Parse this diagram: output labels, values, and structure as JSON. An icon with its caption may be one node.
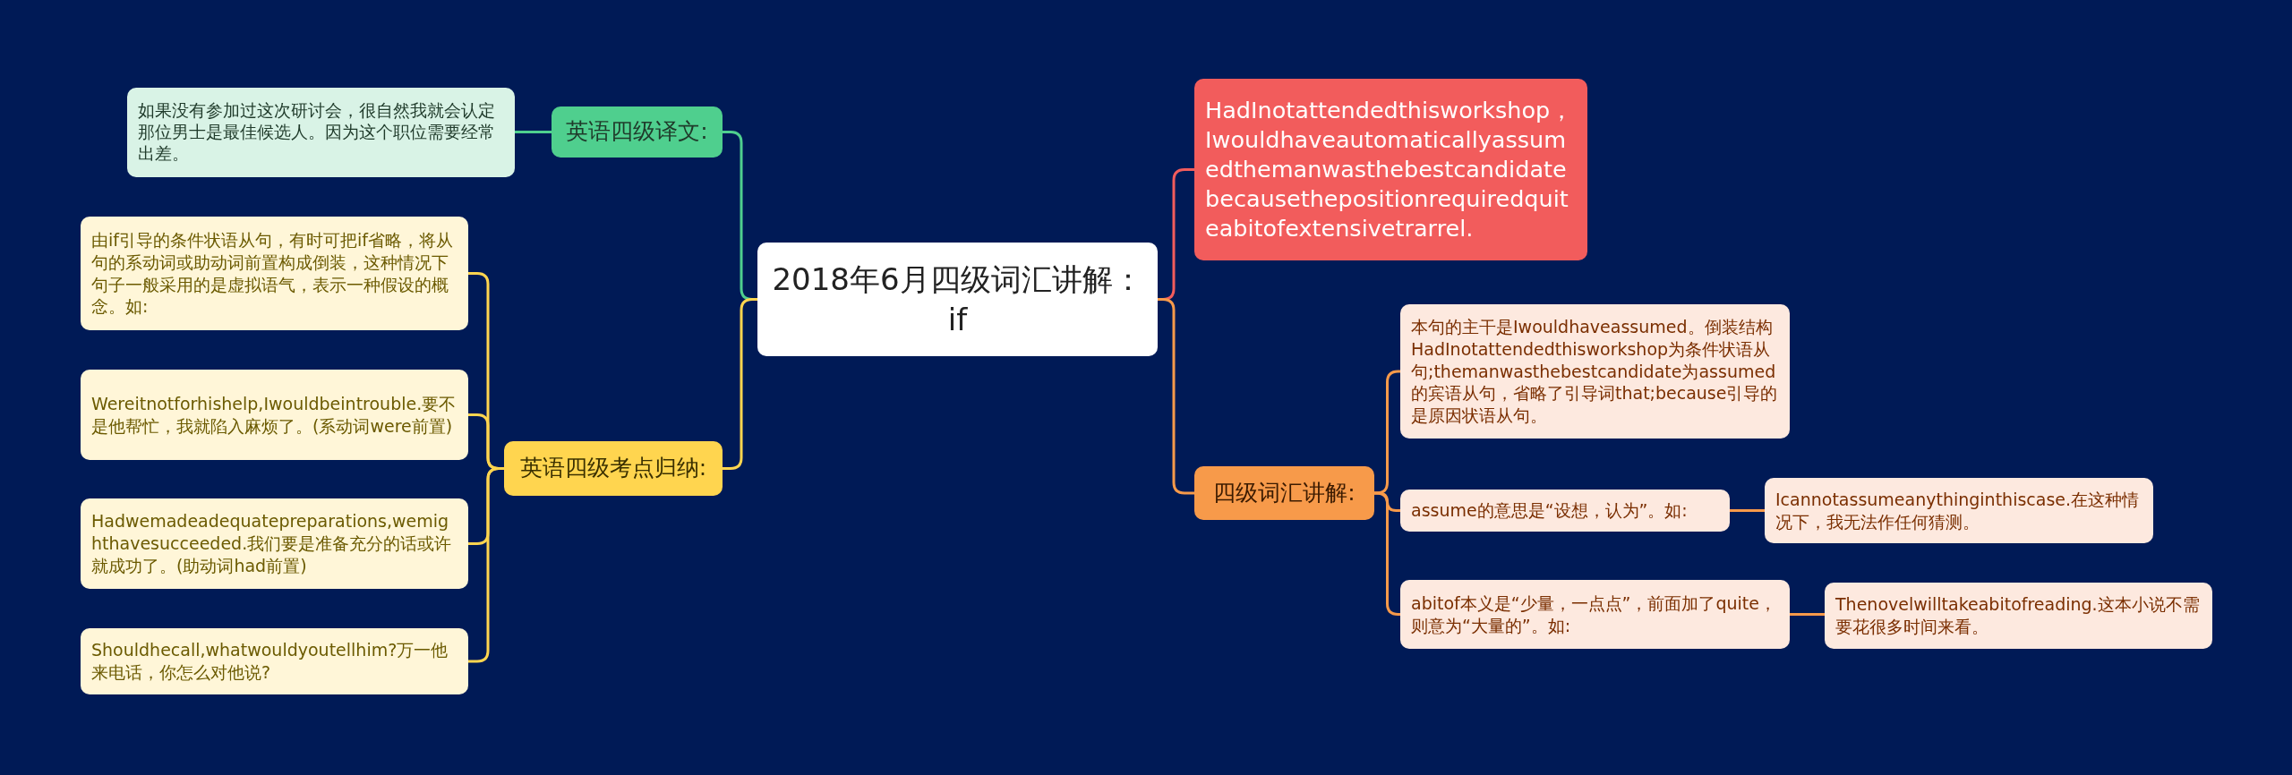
{
  "diagram": {
    "nodes": [
      {
        "text": [
          "2018年6月四级词汇讲解：if"
        ]
      },
      {
        "text": [
          "英语四级译文:"
        ]
      },
      {
        "text": [
          "如果没有参加过这次研讨会，很自然我就会认定那位男士是最佳候选人。因为这个职位需要经常出差。"
        ]
      },
      {
        "text": [
          "英语四级考点归纳:"
        ]
      },
      {
        "text": [
          "由if引导的条件状语从句，有时可把if省略，将从句的系动词或助动词前置构成倒装，这种情况下句子一般采用的是虚拟语气，表示一种假设的概念。如:"
        ]
      },
      {
        "text": [
          "Wereitnotforhishelp,Iwouldbeintrouble.要不是他帮忙，我就陷入麻烦了。(系动词were前置)"
        ]
      },
      {
        "text": [
          "Hadwemadeadequatepreparations,wemighthavesucceeded.我们要是准备充分的话或许就成功了。(助动词had前置)"
        ]
      },
      {
        "text": [
          "Shouldhecall,whatwouldyoutellhim?万一他来电话，你怎么对他说?"
        ]
      },
      {
        "text": [
          "HadInotattendedthisworkshop，Iwouldhaveautomaticallyassumedthemanwasthebestcandidatebecausethepositionrequiredquiteabitofextensivetrarrel."
        ]
      },
      {
        "text": [
          "四级词汇讲解:"
        ]
      },
      {
        "text": [
          "本句的主干是Iwouldhaveassumed。倒装结构HadInotattendedthisworkshop为条件状语从句;themanwasthebestcandidate为assumed的宾语从句，省略了引导词that;because引导的是原因状语从句。"
        ]
      },
      {
        "text": [
          "assume的意思是“设想，认为”。如:"
        ]
      },
      {
        "text": [
          "Icannotassumeanythinginthiscase.在这种情况下，我无法作任何猜测。"
        ]
      },
      {
        "text": [
          "abitof本义是“少量，一点点”，前面加了quite，则意为“大量的”。如:"
        ]
      },
      {
        "text": [
          "Thenovelwilltakeabitofreading.这本小说不需要花很多时间来看。"
        ]
      }
    ],
    "edges": [
      {
        "from": 0,
        "to": 1,
        "arrow": "none",
        "color": "#4fcf8e"
      },
      {
        "from": 1,
        "to": 2,
        "arrow": "none",
        "color": "#4fcf8e"
      },
      {
        "from": 0,
        "to": 3,
        "arrow": "none",
        "color": "#ffd54f"
      },
      {
        "from": 3,
        "to": 4,
        "arrow": "none",
        "color": "#ffd54f"
      },
      {
        "from": 3,
        "to": 5,
        "arrow": "none",
        "color": "#ffd54f"
      },
      {
        "from": 3,
        "to": 6,
        "arrow": "none",
        "color": "#ffd54f"
      },
      {
        "from": 3,
        "to": 7,
        "arrow": "none",
        "color": "#ffd54f"
      },
      {
        "from": 0,
        "to": 8,
        "arrow": "none",
        "color": "#f25c5c"
      },
      {
        "from": 0,
        "to": 9,
        "arrow": "none",
        "color": "#f79a4a"
      },
      {
        "from": 9,
        "to": 10,
        "arrow": "none",
        "color": "#f79a4a"
      },
      {
        "from": 9,
        "to": 11,
        "arrow": "none",
        "color": "#f79a4a"
      },
      {
        "from": 11,
        "to": 12,
        "arrow": "none",
        "color": "#f79a4a"
      },
      {
        "from": 9,
        "to": 13,
        "arrow": "none",
        "color": "#f79a4a"
      },
      {
        "from": 13,
        "to": 14,
        "arrow": "none",
        "color": "#f79a4a"
      }
    ]
  }
}
